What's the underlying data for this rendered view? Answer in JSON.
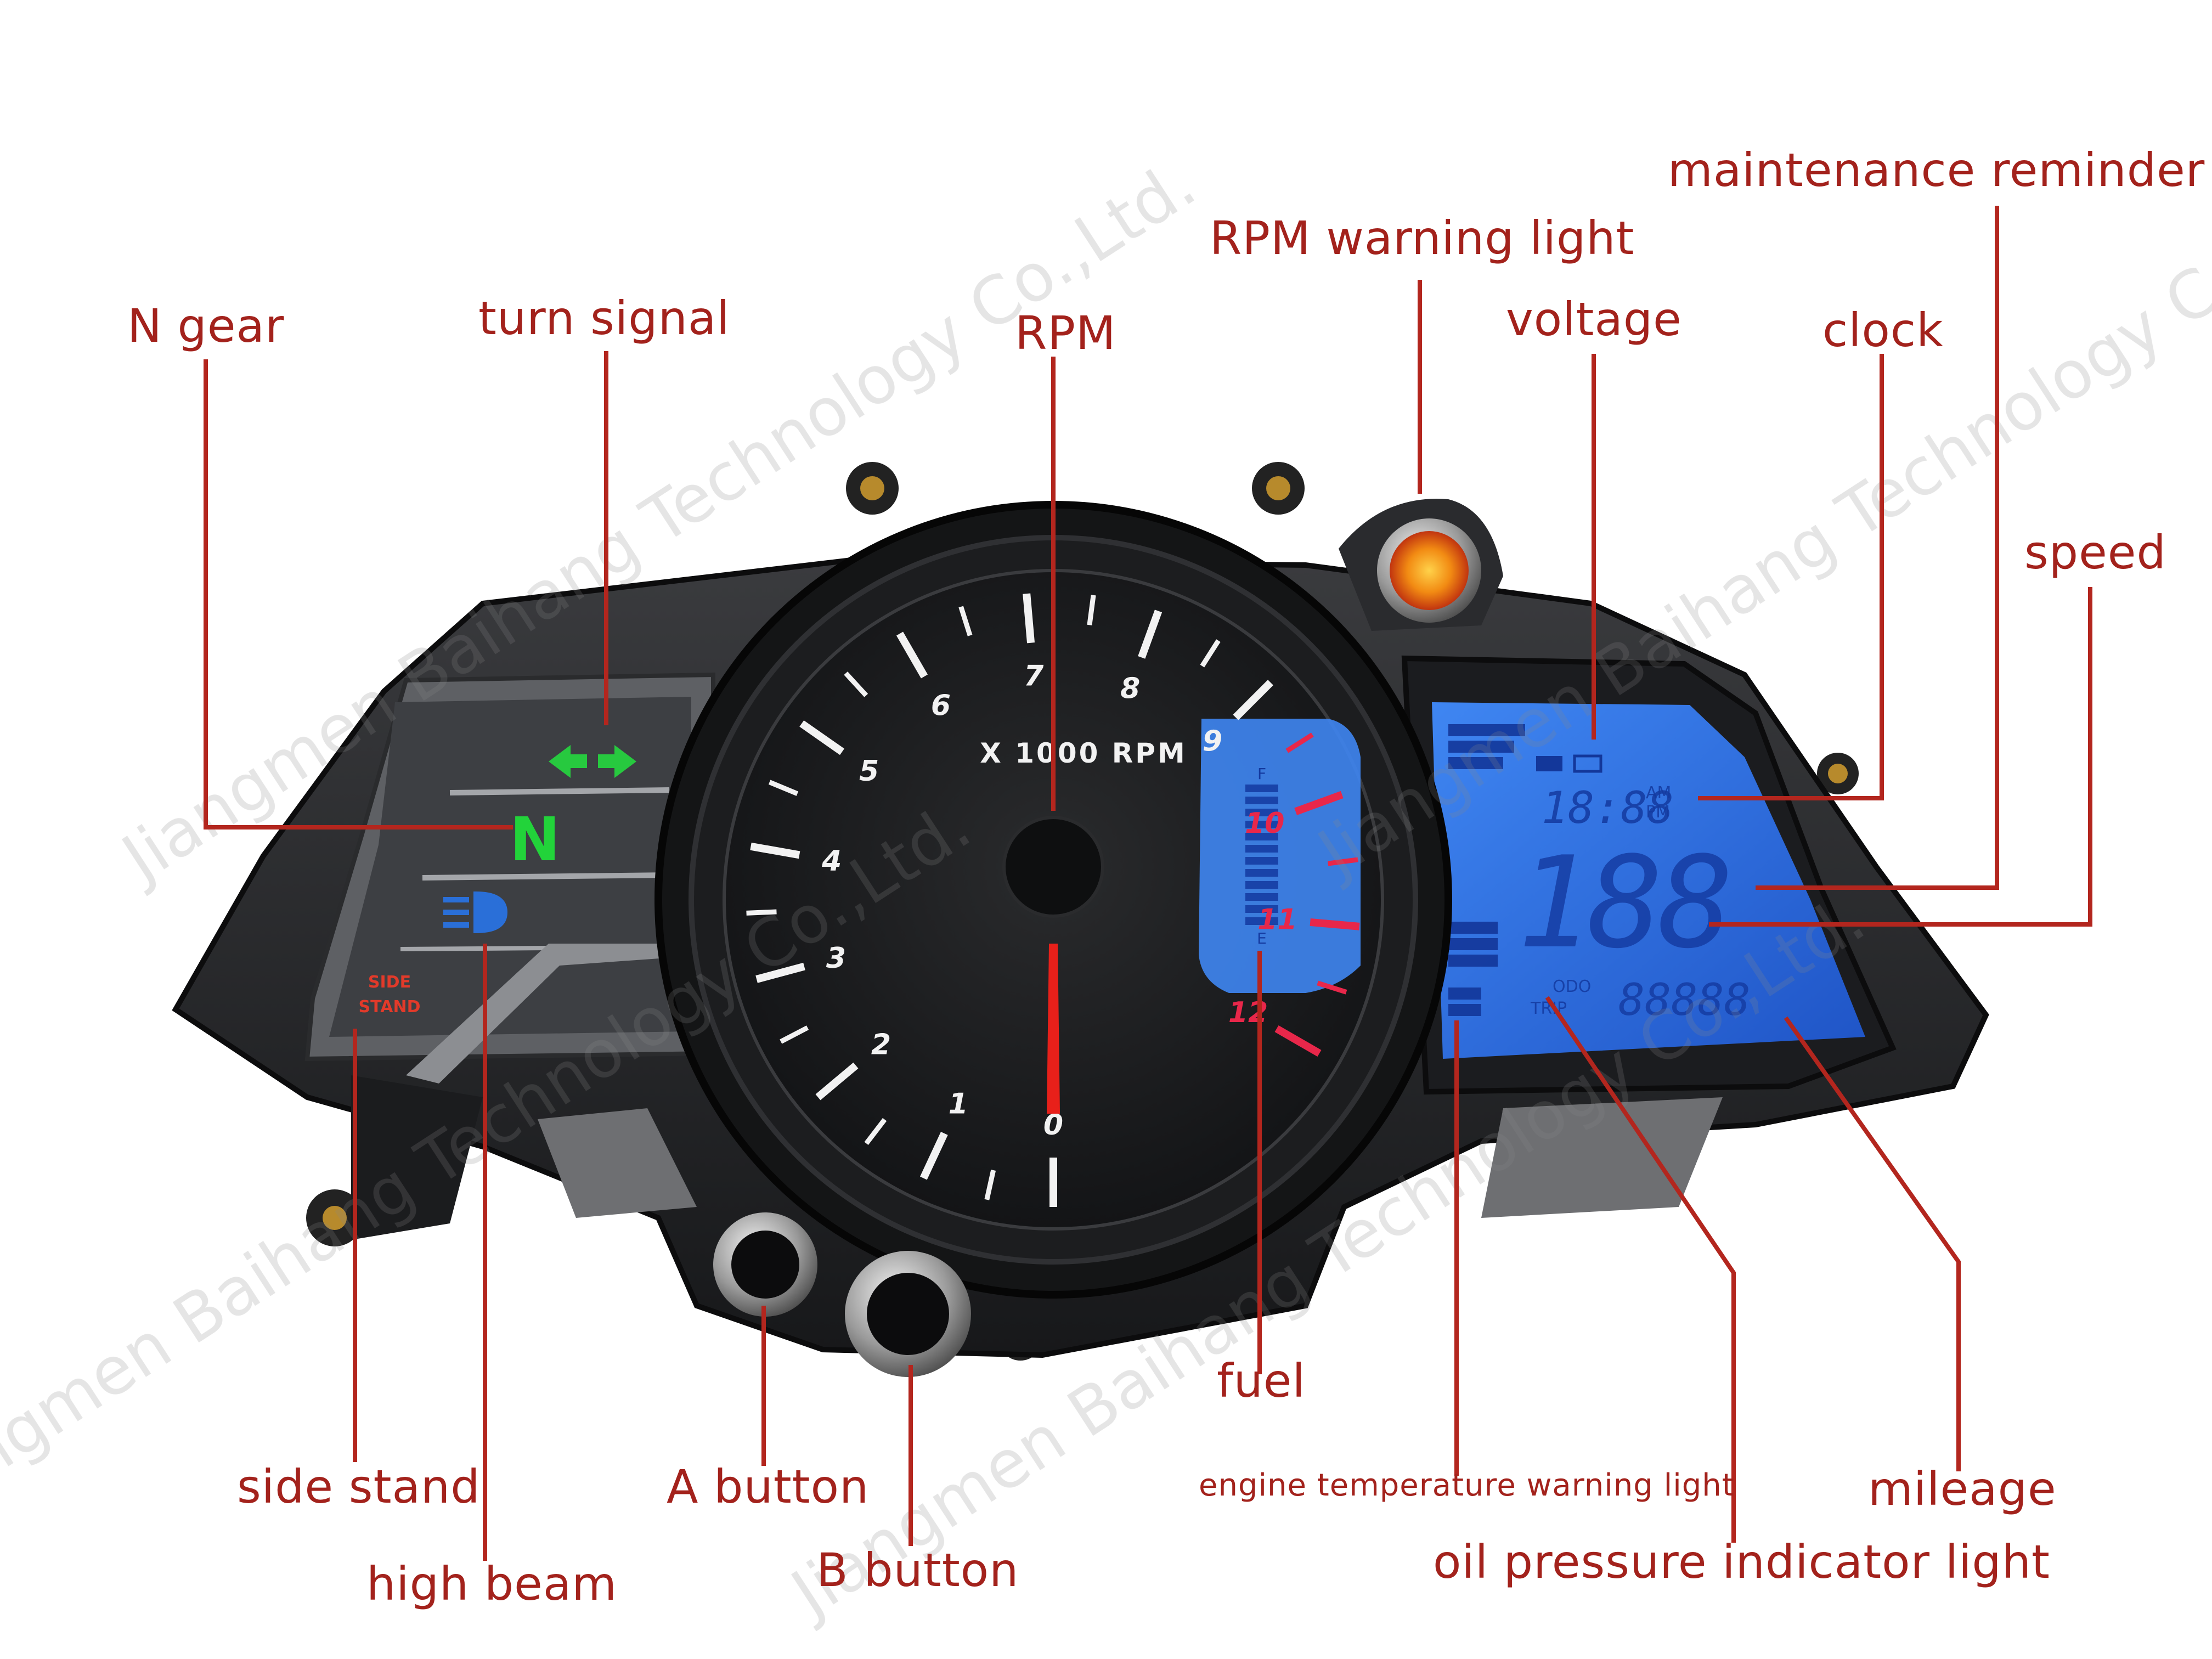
{
  "dashboard": {
    "tach_unit": "X 1000 RPM",
    "tach_scale": [
      "0",
      "1",
      "2",
      "3",
      "4",
      "5",
      "6",
      "7",
      "8",
      "9",
      "10",
      "11",
      "12"
    ],
    "redline_labels": [
      "10",
      "11",
      "12"
    ],
    "gear_indicator": "N",
    "side_stand": [
      "SIDE",
      "STAND"
    ],
    "fuel_marks": [
      "F",
      "E"
    ],
    "lcd": {
      "clock": "18:88",
      "ampm": [
        "AM",
        "PM"
      ],
      "speed": "188",
      "odometer": "88888",
      "trip": [
        "ODO",
        "TRIP"
      ]
    }
  },
  "colors": {
    "callout_text": "#a3221c",
    "leader_line": "#b3261e",
    "lcd_backlight": "#2f6ee8",
    "redline": "#e8274a",
    "needle": "#e8201a",
    "neutral_green": "#22d33a",
    "turn_signal_green": "#27c93f",
    "high_beam_blue": "#2a6fd8",
    "warning_amber": "#f39a18"
  },
  "callouts": {
    "n_gear": "N gear",
    "turn_signal": "turn signal",
    "rpm": "RPM",
    "rpm_warning": "RPM warning light",
    "voltage": "voltage",
    "clock": "clock",
    "maintenance": "maintenance reminder",
    "speed": "speed",
    "side_stand": "side stand",
    "high_beam": "high beam",
    "a_button": "A button",
    "b_button": "B button",
    "fuel": "fuel",
    "engine_temp": "engine temperature warning light",
    "oil_pressure": "oil pressure indicator light",
    "mileage": "mileage"
  },
  "watermark": "Jiangmen Baihang Technology Co.,Ltd."
}
